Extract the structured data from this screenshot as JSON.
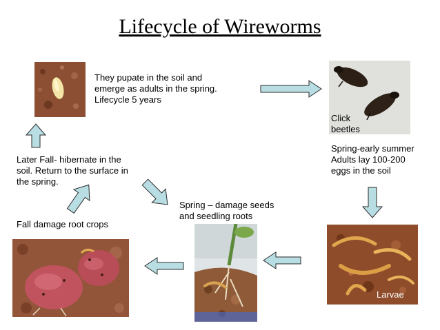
{
  "title": "Lifecycle of Wireworms",
  "stages": {
    "pupa_text": [
      "They pupate in the soil and",
      "emerge as adults in the spring.",
      "Lifecycle 5 years"
    ],
    "beetles_label": [
      "Click",
      "beetles"
    ],
    "adults_text": [
      "Spring-early summer",
      "Adults lay 100-200",
      "eggs in the soil"
    ],
    "larvae_label": "Larvae",
    "spring_text": [
      "Spring – damage seeds",
      "and seedling roots"
    ],
    "fall_text": "Fall damage root crops",
    "later_fall_text": [
      "Later Fall- hibernate in the",
      "soil. Return to the surface in",
      "the spring."
    ]
  },
  "colors": {
    "arrow_fill": "#b8dde2",
    "arrow_stroke": "#2a2a2a",
    "soil": "#8a4a2a"
  }
}
